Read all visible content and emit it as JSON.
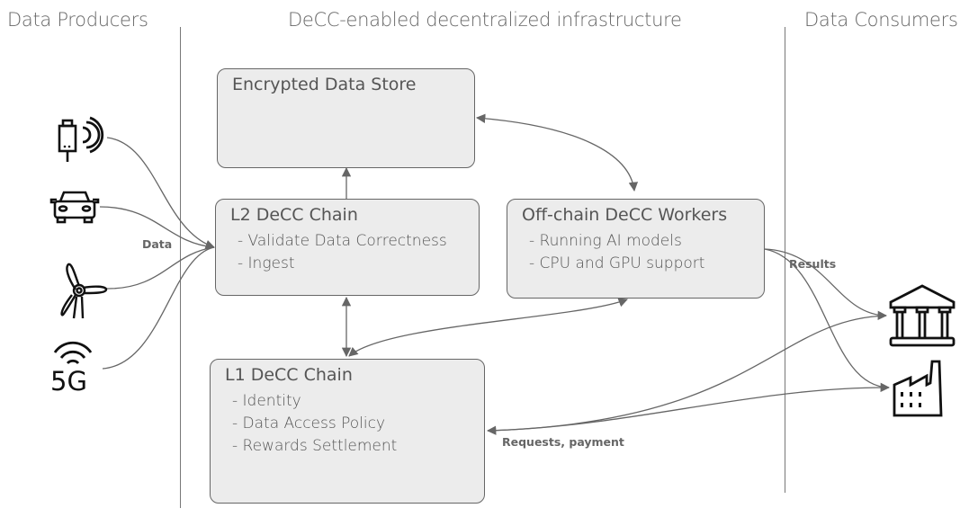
{
  "columns": {
    "producers": "Data Producers",
    "infrastructure": "DeCC-enabled decentralized infrastructure",
    "consumers": "Data Consumers"
  },
  "boxes": {
    "encrypted_store": {
      "title": "Encrypted Data Store",
      "items": []
    },
    "l2_chain": {
      "title": "L2 DeCC Chain",
      "items": [
        "- Validate Data Correctness",
        "- Ingest"
      ]
    },
    "workers": {
      "title": "Off-chain DeCC Workers",
      "items": [
        "- Running AI models",
        "- CPU and GPU support"
      ]
    },
    "l1_chain": {
      "title": "L1 DeCC Chain",
      "items": [
        "- Identity",
        "- Data Access Policy",
        "- Rewards Settlement"
      ]
    }
  },
  "edge_labels": {
    "data": "Data",
    "results": "Results",
    "requests": "Requests, payment"
  },
  "producers": [
    {
      "icon": "iot-sensor-icon"
    },
    {
      "icon": "car-icon"
    },
    {
      "icon": "wind-turbine-icon"
    },
    {
      "icon": "5g-icon",
      "label": "5G"
    }
  ],
  "consumers": [
    {
      "icon": "bank-icon"
    },
    {
      "icon": "factory-icon"
    }
  ],
  "colors": {
    "box_fill": "#ececec",
    "box_border": "#666666",
    "line": "#666666"
  }
}
